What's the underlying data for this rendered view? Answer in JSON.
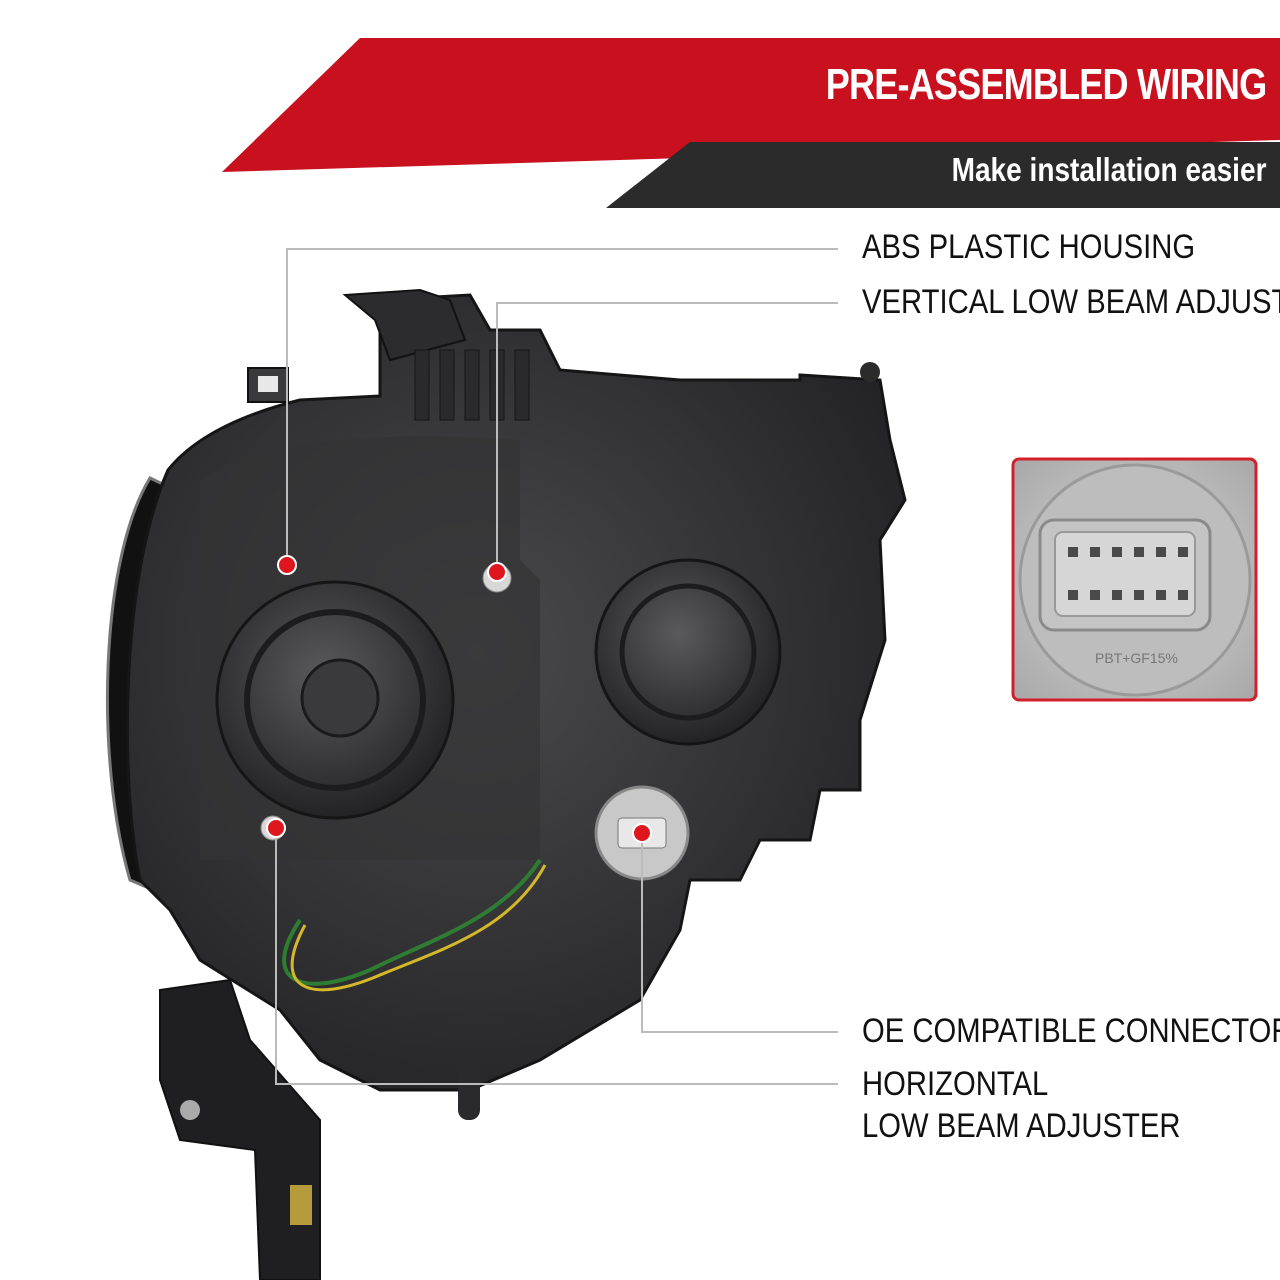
{
  "banner": {
    "title": "PRE-ASSEMBLED WIRING",
    "subtitle": "Make installation easier",
    "accent_color": "#c8101e",
    "dark_color": "#2b2b2b"
  },
  "callouts": {
    "abs_housing": "ABS PLASTIC HOUSING",
    "vertical_adjuster": "VERTICAL LOW BEAM ADJUSTER",
    "oe_connector": "OE COMPATIBLE CONNECTOR",
    "horizontal_line1": "HORIZONTAL",
    "horizontal_line2": "LOW BEAM ADJUSTER"
  },
  "inset": {
    "connector_mark": "PBT+GF15%",
    "border_color": "#d0202a"
  }
}
